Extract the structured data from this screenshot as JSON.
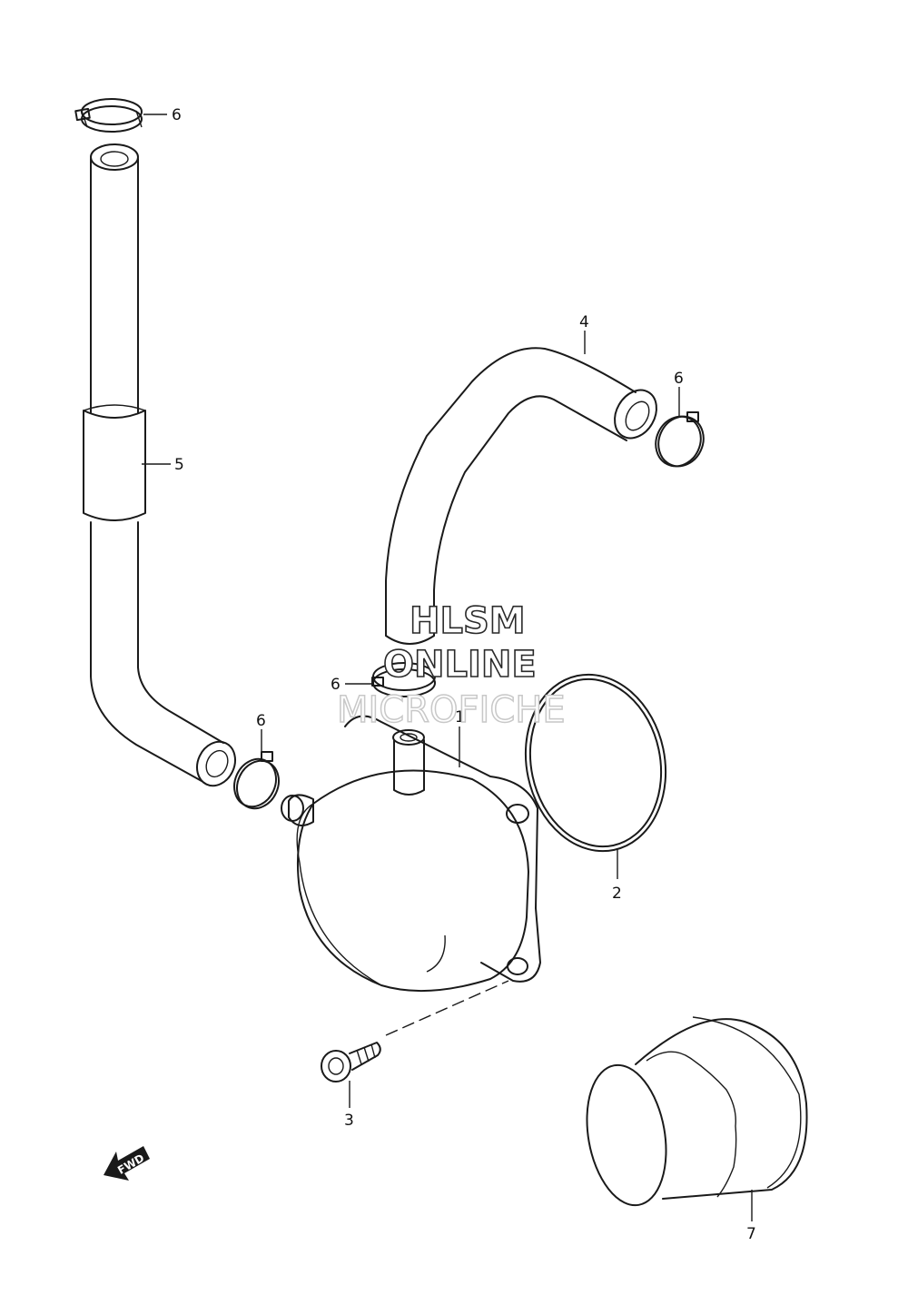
{
  "callouts": {
    "c6a": "6",
    "c6b": "6",
    "c6c": "6",
    "c6d": "6",
    "c5": "5",
    "c4": "4",
    "c1": "1",
    "c2": "2",
    "c3": "3",
    "c7": "7"
  },
  "watermark": {
    "line1": "HLSM",
    "line2": "ONLINE",
    "line3": "MICROFICHE"
  },
  "direction_arrow": {
    "label": "FWD"
  }
}
